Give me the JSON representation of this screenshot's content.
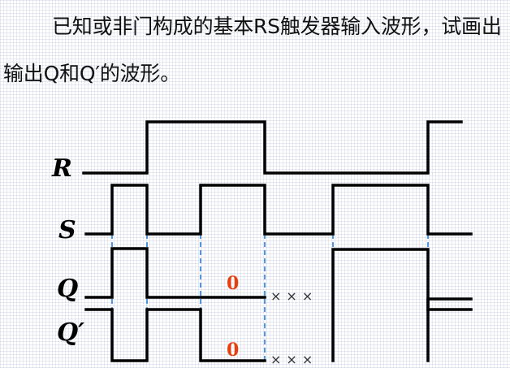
{
  "problem": {
    "text": "已知或非门构成的基本RS触发器输入波形，试画出输出Q和Q′的波形。"
  },
  "signals": {
    "r": "R",
    "s": "S",
    "q": "Q",
    "qn": "Q′"
  },
  "annotations": {
    "zero_q": "0",
    "zero_qn": "0",
    "undefined_q": "×××",
    "undefined_qn": "×××"
  },
  "colors": {
    "waveform": "#000000",
    "guide_line": "#2a7fd8",
    "annotation_zero": "#e8400c"
  }
}
